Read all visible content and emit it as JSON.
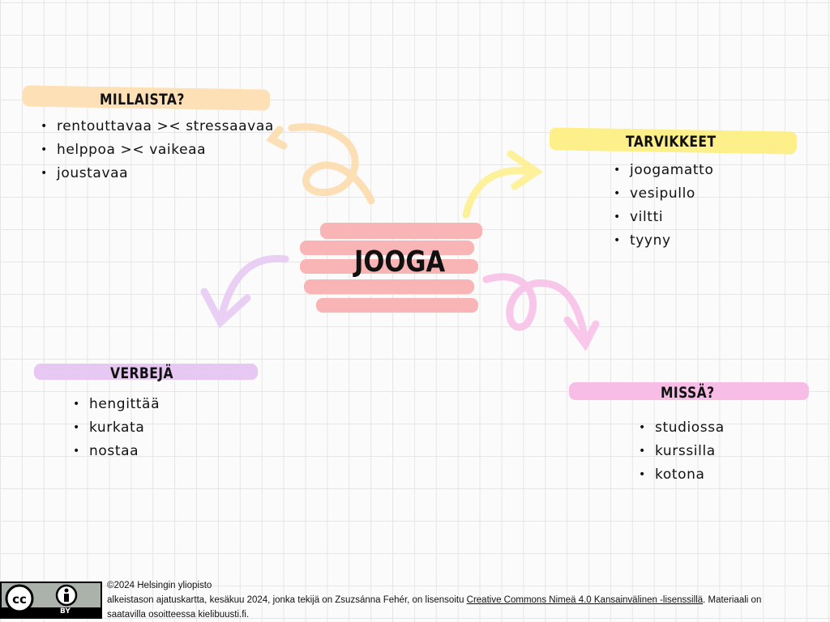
{
  "center": {
    "title": "JOOGA"
  },
  "sections": {
    "millaista": {
      "title": "MILLAISTA?",
      "items": [
        "rentouttavaa >< stressaavaa",
        "helppoa >< vaikeaa",
        "joustavaa"
      ]
    },
    "tarvikkeet": {
      "title": "TARVIKKEET",
      "items": [
        "joogamatto",
        "vesipullo",
        "viltti",
        "tyyny"
      ]
    },
    "verbeja": {
      "title": "VERBEJÄ",
      "items": [
        "hengittää",
        "kurkata",
        "nostaa"
      ]
    },
    "missa": {
      "title": "MISSÄ?",
      "items": [
        "studiossa",
        "kurssilla",
        "kotona"
      ]
    }
  },
  "colors": {
    "orange": "#fde0b5",
    "yellow": "#fdf08a",
    "purple": "#e6c8f3",
    "pink": "#f8bde6",
    "red": "#f9b5b5"
  },
  "footer": {
    "copyright": "©2024 Helsingin yliopisto",
    "text1": "alkeistason ajatuskartta, kesäkuu 2024, jonka tekijä on Zsuzsánna Fehér, on lisensoitu ",
    "link": "Creative Commons Nimeä 4.0 Kansainvälinen -lisenssillä",
    "text2": ". Materiaali on saatavilla osoitteessa kielibuusti.fi.",
    "badge": "BY"
  }
}
